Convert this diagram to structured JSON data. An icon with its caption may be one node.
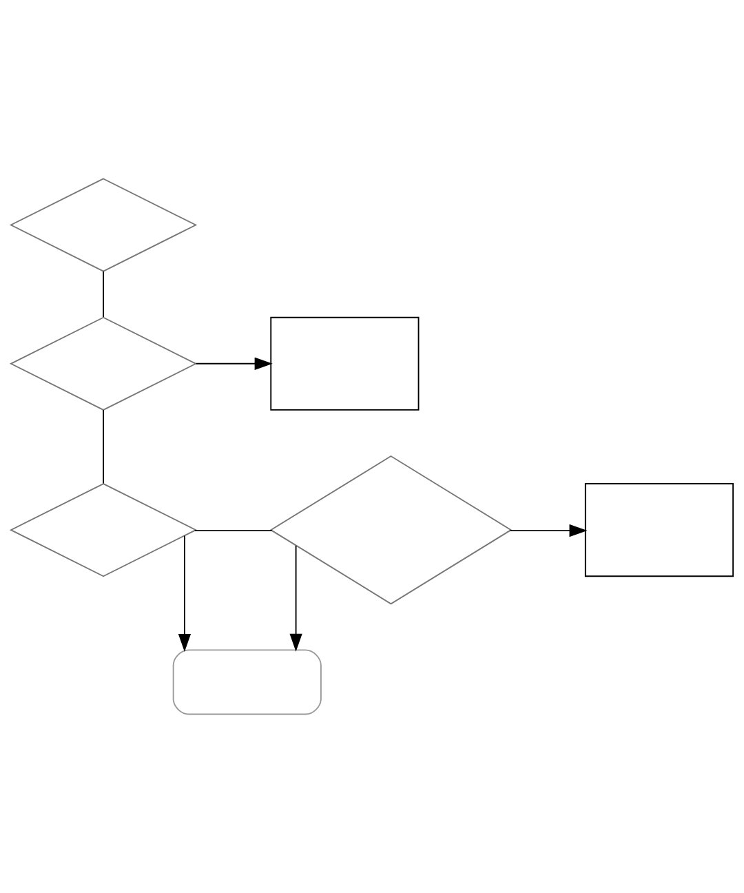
{
  "diagram": {
    "nodes": [
      {
        "text": [],
        "shape": "diamond"
      },
      {
        "text": [],
        "shape": "diamond"
      },
      {
        "text": [],
        "shape": "box"
      },
      {
        "text": [],
        "shape": "diamond"
      },
      {
        "text": [],
        "shape": "diamond"
      },
      {
        "text": [],
        "shape": "box"
      },
      {
        "text": [],
        "shape": "oval"
      }
    ],
    "edges": [
      {
        "from": 0,
        "to": 1,
        "arrow": "none"
      },
      {
        "from": 1,
        "to": 2,
        "arrow": "to"
      },
      {
        "from": 1,
        "to": 3,
        "arrow": "none"
      },
      {
        "from": 3,
        "to": 4,
        "arrow": "none"
      },
      {
        "from": 4,
        "to": 5,
        "arrow": "to"
      },
      {
        "from": 3,
        "to": 6,
        "arrow": "to"
      },
      {
        "from": 4,
        "to": 6,
        "arrow": "to"
      }
    ]
  }
}
